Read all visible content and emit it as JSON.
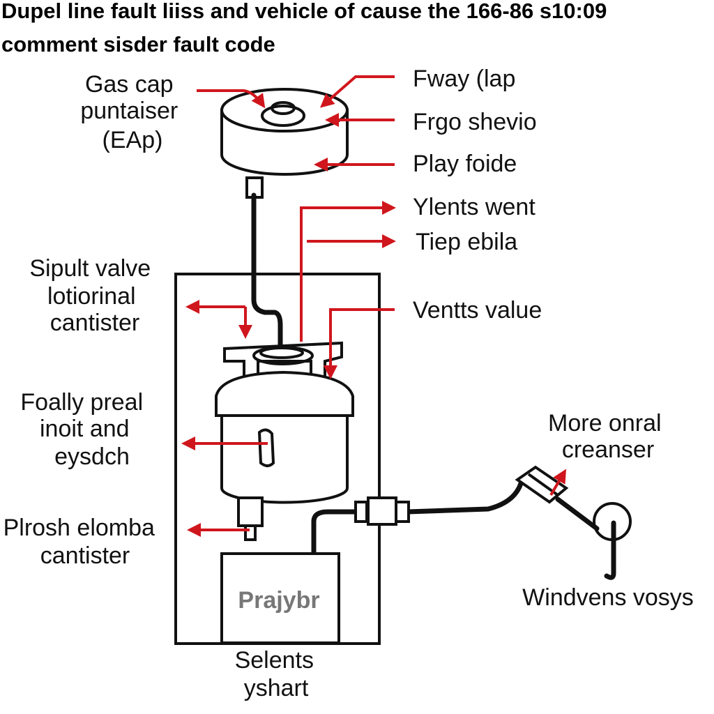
{
  "colors": {
    "arrow": "#d0161d",
    "line": "#111111",
    "background": "#ffffff",
    "box_label": "#777777"
  },
  "title": {
    "line1": "Dupel line fault liiss and vehicle of cause  the  166-86 s10:09",
    "line2": "comment sisder  fault code"
  },
  "labels": {
    "gas_cap": [
      "Gas cap",
      "puntaiser",
      "(EAp)"
    ],
    "sipult_valve": [
      "Sipult valve",
      "lotiorinal",
      "cantister"
    ],
    "foally_preal": [
      "Foally preal",
      "inoit and",
      "eysdch"
    ],
    "plrosh_elomba": [
      "Plrosh elomba",
      "cantister"
    ],
    "fway_lap": "Fway (lap",
    "frgo_shevio": "Frgo shevio",
    "play_foide": "Play foide",
    "ylents_went": "Ylents went",
    "tiep_ebila": "Tiep ebila",
    "vents_value": "Ventts value",
    "more_onral": [
      "More onral",
      "creanser"
    ],
    "windvens_vosys": "Windvens vosys",
    "selents_yshart": [
      "Selents",
      "yshart"
    ],
    "box": "Prajybr"
  }
}
